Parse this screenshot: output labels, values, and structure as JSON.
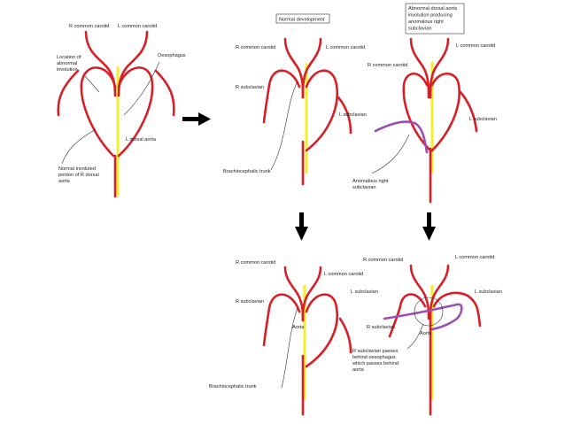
{
  "labels": {
    "d1_r_carotid": "R common carotid",
    "d1_l_carotid": "L common carotid",
    "d1_location": [
      "Location of",
      "abnormal",
      "involution"
    ],
    "d1_oesophagus": "Oesophagus",
    "d1_l_dorsal": "L dorsal aorta",
    "d1_normal_invol": [
      "Normal involuted",
      "portion of R dorsal",
      "aorta"
    ],
    "d2_box": "Normal development",
    "d2_r_carotid": "R common carotid",
    "d2_l_carotid": "L common carotid",
    "d2_r_sub": "R subclavian",
    "d2_l_sub": "L subclavian",
    "d2_brachio": "Brachiocephalic trunk",
    "d3_box": [
      "Abnormal dorsal aorta",
      "involution producing",
      "anomalous right",
      "subclavian"
    ],
    "d3_r_carotid": "R common carotid",
    "d3_l_carotid": "L common carotid",
    "d3_l_sub": "L subclavian",
    "d3_anom": [
      "Anomalous right",
      "subclavian"
    ],
    "d4_r_carotid": "R common carotid",
    "d4_l_carotid": "L common carotid",
    "d4_l_sub": "L subclavian",
    "d4_r_sub": "R subclavian",
    "d4_aorta": "Aorta",
    "d4_brachio": "Brachiocephalic trunk",
    "d5_r_carotid": "R common carotid",
    "d5_l_carotid": "L common carotid",
    "d5_l_sub": "L subclavian",
    "d5_r_sub": "R subclavian",
    "d5_aorta": "Aorta",
    "d5_note": [
      "R subclavian passes",
      "behind oesophagus",
      "which passes behind",
      "aorta"
    ]
  },
  "colors": {
    "vessel": "#d61f26",
    "oesophagus": "#f3ef2a",
    "anomalous": "#9b4fb3",
    "arrow": "#000000"
  }
}
